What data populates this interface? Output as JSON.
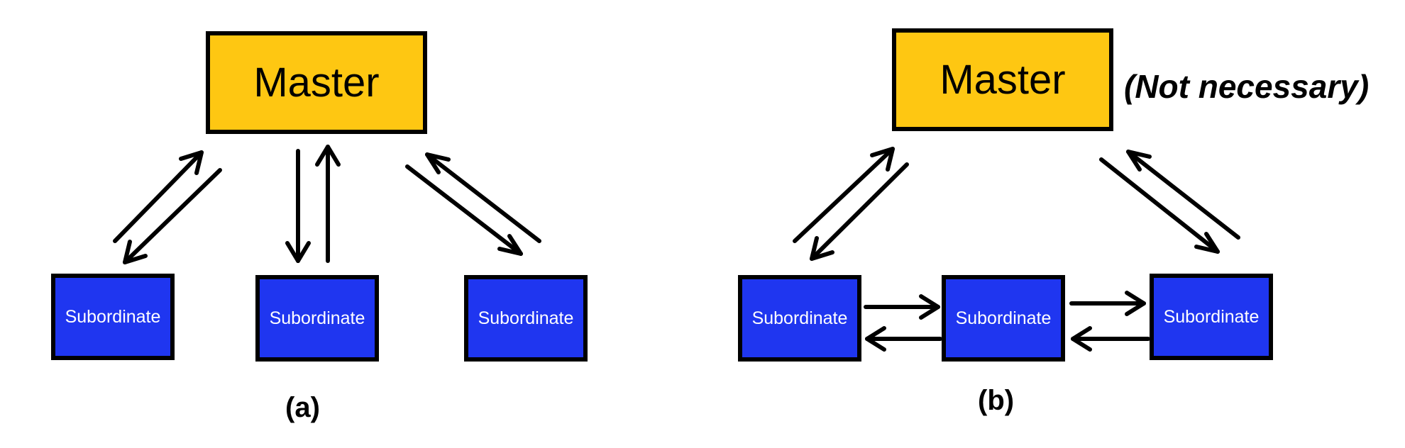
{
  "panel_a": {
    "master_label": "Master",
    "subordinate_labels": [
      "Subordinate",
      "Subordinate",
      "Subordinate"
    ],
    "caption": "(a)"
  },
  "panel_b": {
    "master_label": "Master",
    "master_note": "(Not necessary)",
    "subordinate_labels": [
      "Subordinate",
      "Subordinate",
      "Subordinate"
    ],
    "caption": "(b)"
  },
  "colors": {
    "master_fill": "#fec712",
    "subordinate_fill": "#1f36f0",
    "outline": "#000000"
  }
}
